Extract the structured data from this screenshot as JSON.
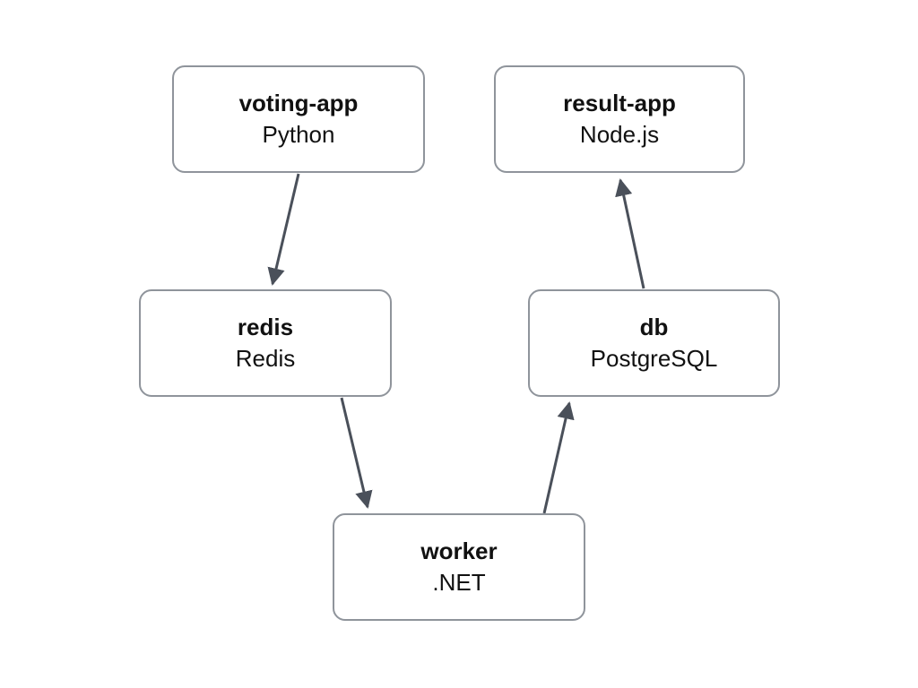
{
  "diagram": {
    "nodes": [
      {
        "id": "voting-app",
        "name": "voting-app",
        "tech": "Python"
      },
      {
        "id": "result-app",
        "name": "result-app",
        "tech": "Node.js"
      },
      {
        "id": "redis",
        "name": "redis",
        "tech": "Redis"
      },
      {
        "id": "db",
        "name": "db",
        "tech": "PostgreSQL"
      },
      {
        "id": "worker",
        "name": "worker",
        "tech": ".NET"
      }
    ],
    "edges": [
      {
        "from": "voting-app",
        "to": "redis"
      },
      {
        "from": "redis",
        "to": "worker"
      },
      {
        "from": "worker",
        "to": "db"
      },
      {
        "from": "db",
        "to": "result-app"
      }
    ],
    "colors": {
      "background": "#ffffff",
      "node_fill": "#ffffff",
      "node_border": "#8f949b",
      "arrow": "#4a505a",
      "text": "#111111"
    }
  }
}
